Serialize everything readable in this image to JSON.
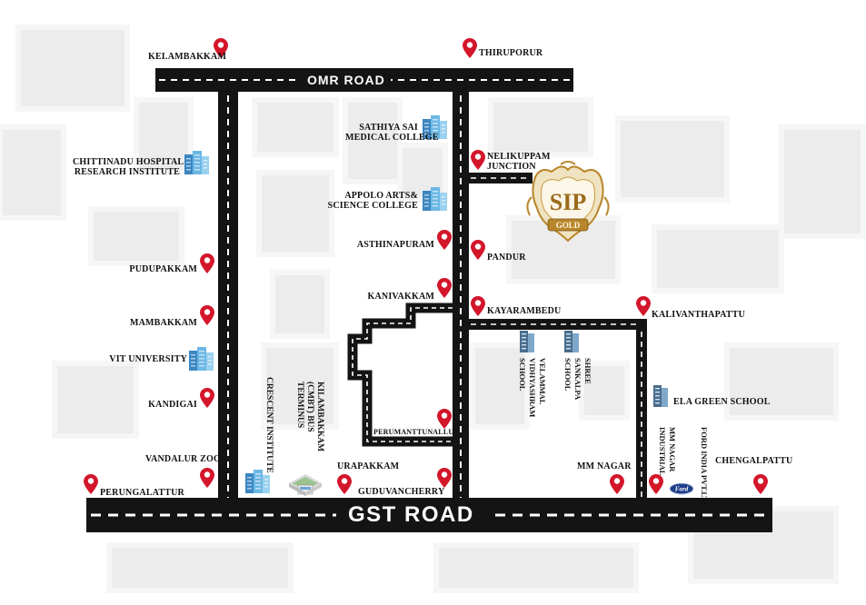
{
  "roads": {
    "omr": "OMR ROAD",
    "gst": "GST ROAD"
  },
  "places": {
    "kelambakkam": "KELAMBAKKAM",
    "thiruporur": "THIRUPORUR",
    "sathiya_sai_1": "SATHIYA SAI",
    "sathiya_sai_2": "MEDICAL COLLEGE",
    "chettinad_1": "CHITTINADU HOSPITAL",
    "chettinad_2": "RESEARCH INSTITUTE",
    "nelikuppam_1": "NELIKUPPAM",
    "nelikuppam_2": "JUNCTION",
    "appolo_1": "APPOLO ARTS&",
    "appolo_2": "SCIENCE COLLEGE",
    "asthinapuram": "ASTHINAPURAM",
    "pandur": "PANDUR",
    "pudupakkam": "PUDUPAKKAM",
    "kanivakkam": "KANIVAKKAM",
    "kayarambedu": "KAYARAMBEDU",
    "kalivanthapattu": "KALIVANTHAPATTU",
    "mambakkam": "MAMBAKKAM",
    "vit": "VIT UNIVERSITY",
    "velammal": "VELAMMAL VIDHYASHRAM SCHOOL",
    "shree_sankalpa": "SHREE SANKALPA SCHOOL",
    "ela_green": "ELA GREEN SCHOOL",
    "kandigai": "KANDIGAI",
    "crescent": "CRESCENT INSTITUTE",
    "kilambakkam": "KILAMBAKKAM (CMBT) BUS TERMINUS",
    "perumanttunallur": "PERUMANTTUNALLUR",
    "vandalur_zoo": "VANDALUR ZOO",
    "urapakkam": "URAPAKKAM",
    "mm_nagar": "MM NAGAR",
    "mm_nagar_industrial": "MM NAGAR INDUSTRIAL",
    "ford_india": "FORD INDIA PVT.LTD",
    "chengalpattu": "CHENGALPATTU",
    "perungalattur": "PERUNGALATTUR",
    "guduvancherry": "GUDUVANCHERRY"
  },
  "logo": {
    "line1": "SIP",
    "line2": "GOLD",
    "ford": "Ford"
  },
  "colors": {
    "road": "#141414",
    "pin": "#d3162a",
    "gold": "#b8862b",
    "building": "#5fa8d8",
    "background_map": "#ececec"
  },
  "icons": [
    "map-pin-icon",
    "building-icon",
    "bus-terminus-icon",
    "ford-logo-icon",
    "sip-gold-logo"
  ]
}
